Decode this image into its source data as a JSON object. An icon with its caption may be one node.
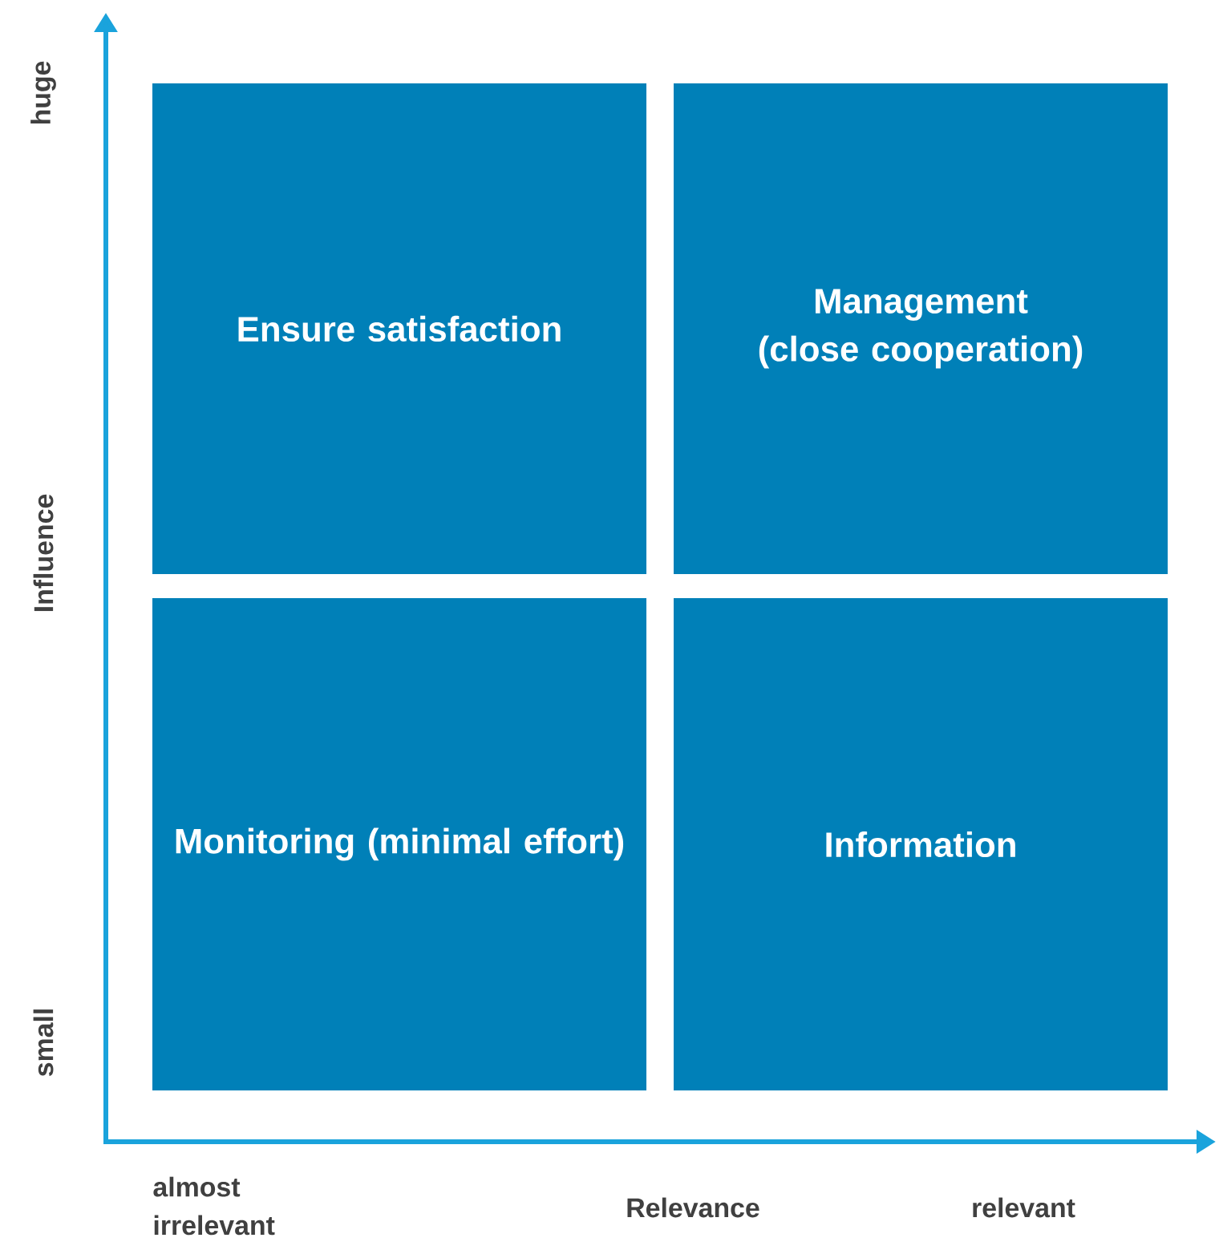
{
  "diagram": {
    "nodes": [
      {
        "text": [
          "Ensure satisfaction"
        ]
      },
      {
        "text": [
          "Management (close cooperation)"
        ]
      },
      {
        "text": [
          "Monitoring (minimal effort)"
        ]
      },
      {
        "text": [
          "Information"
        ]
      }
    ],
    "labels": [
      "huge",
      "Influence",
      "small",
      "almost irrelevant",
      "Relevance",
      "relevant"
    ]
  }
}
